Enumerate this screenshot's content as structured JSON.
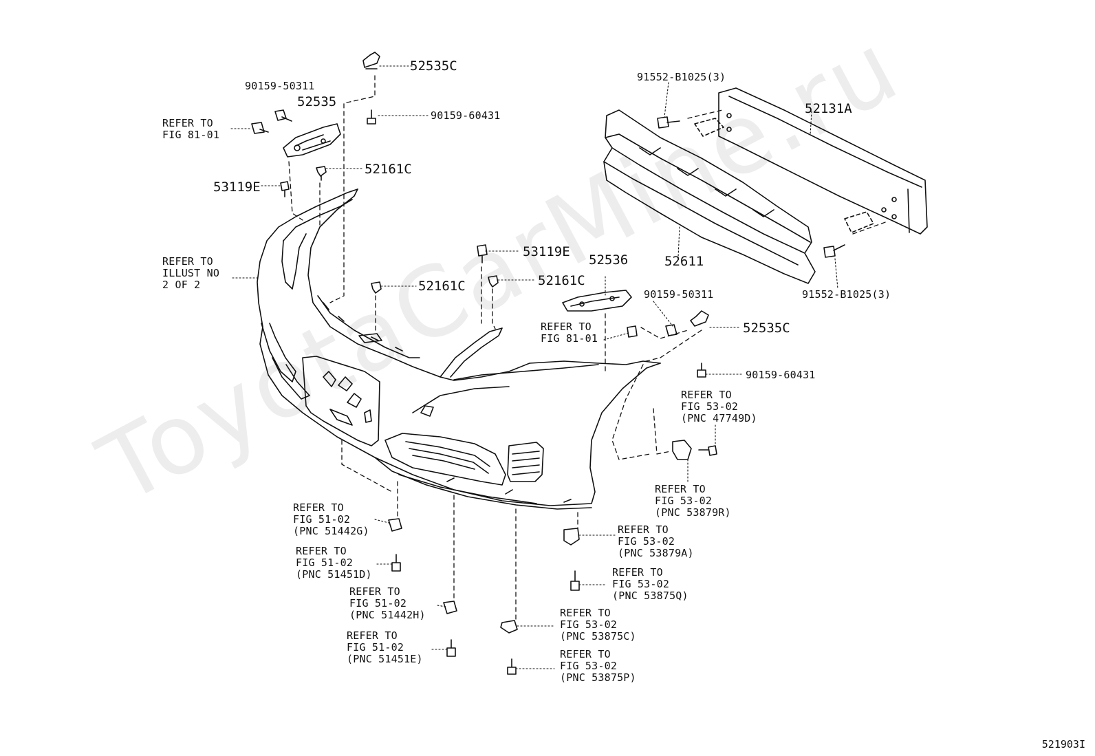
{
  "watermark": "ToyotaCarMine.ru",
  "figure_id": "521903I",
  "labels": {
    "p52535c_top": "52535C",
    "p90159_50311_top": "90159-50311",
    "p52535": "52535",
    "p90159_60431_top": "90159-60431",
    "refer_fig8101_left": "REFER TO\nFIG 81-01",
    "p52161c_top": "52161C",
    "p53119e_left": "53119E",
    "p91552_top": "91552-B1025(3)",
    "p52131a": "52131A",
    "p52611": "52611",
    "p91552_bottom": "91552-B1025(3)",
    "refer_illust": "REFER TO\nILLUST NO\n2 OF 2",
    "p53119e_mid": "53119E",
    "p52161c_mid_left": "52161C",
    "p52161c_mid_right": "52161C",
    "p52536": "52536",
    "p90159_50311_right": "90159-50311",
    "refer_fig8101_right": "REFER TO\nFIG 81-01",
    "p52535c_right": "52535C",
    "p90159_60431_right": "90159-60431",
    "refer_47749d": "REFER TO\nFIG 53-02\n(PNC 47749D)",
    "refer_53879r": "REFER TO\nFIG 53-02\n(PNC 53879R)",
    "refer_53879a": "REFER TO\nFIG 53-02\n(PNC 53879A)",
    "refer_53875q": "REFER TO\nFIG 53-02\n(PNC 53875Q)",
    "refer_53875c": "REFER TO\nFIG 53-02\n(PNC 53875C)",
    "refer_53875p": "REFER TO\nFIG 53-02\n(PNC 53875P)",
    "refer_51442g": "REFER TO\nFIG 51-02\n(PNC 51442G)",
    "refer_51451d": "REFER TO\nFIG 51-02\n(PNC 51451D)",
    "refer_51442h": "REFER TO\nFIG 51-02\n(PNC 51442H)",
    "refer_51451e": "REFER TO\nFIG 51-02\n(PNC 51451E)"
  },
  "colors": {
    "line": "#111111",
    "watermark": "rgba(0,0,0,0.07)"
  }
}
